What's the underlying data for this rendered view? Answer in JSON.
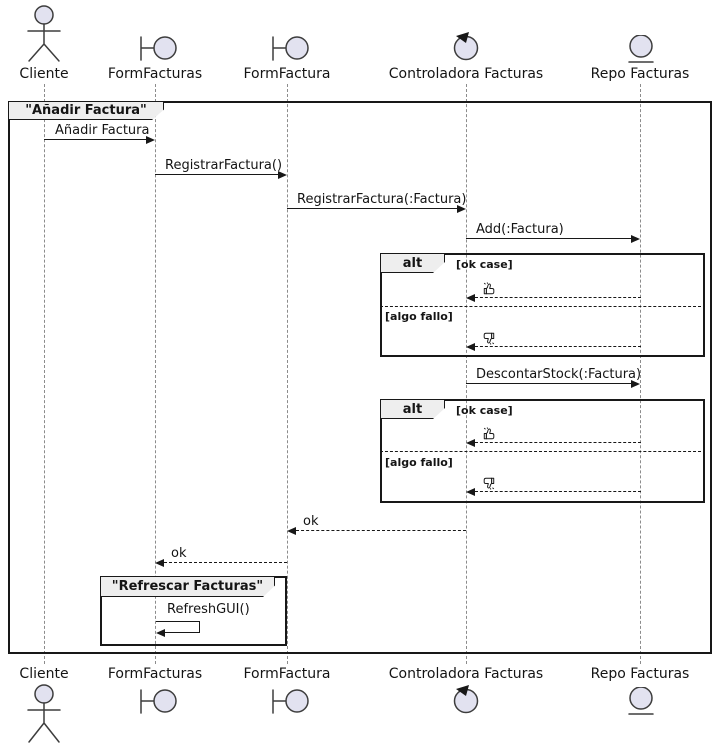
{
  "participants": [
    {
      "name": "Cliente",
      "icon": "actor-icon"
    },
    {
      "name": "FormFacturas",
      "icon": "boundary-icon"
    },
    {
      "name": "FormFactura",
      "icon": "boundary-icon"
    },
    {
      "name": "Controladora Facturas",
      "icon": "control-icon"
    },
    {
      "name": "Repo Facturas",
      "icon": "entity-icon"
    }
  ],
  "frames": {
    "main_title": "\"Añadir Factura\"",
    "refresh_title": "\"Refrescar Facturas\"",
    "alt1": {
      "operator": "alt",
      "guard_ok": "[ok case]",
      "guard_fail": "[algo fallo]"
    },
    "alt2": {
      "operator": "alt",
      "guard_ok": "[ok case]",
      "guard_fail": "[algo fallo]"
    }
  },
  "messages": {
    "anadir_factura": "Añadir Factura",
    "registrar_factura": "RegistrarFactura()",
    "registrar_factura_param": "RegistrarFactura(:Factura)",
    "add_factura": "Add(:Factura)",
    "alt1_ok_icon": "thumbs-up",
    "alt1_fail_icon": "thumbs-down",
    "descontar_stock": "DescontarStock(:Factura)",
    "alt2_ok_icon": "thumbs-up",
    "alt2_fail_icon": "thumbs-down",
    "ok_return_1": "ok",
    "ok_return_2": "ok",
    "refresh_gui": "RefreshGUI()"
  },
  "colors": {
    "icon_fill": "#E2E2F0",
    "tab_fill": "#EEEEEE",
    "line": "#181818",
    "lifeline": "#8C8C8C"
  }
}
